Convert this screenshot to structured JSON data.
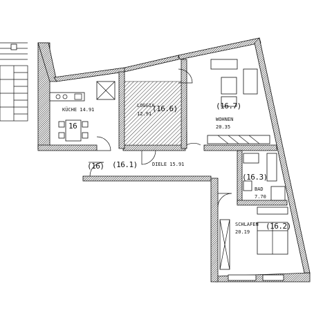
{
  "rooms": {
    "kueche": {
      "name": "KÜCHE",
      "area": "14.91"
    },
    "loggia": {
      "name": "LOGGIA",
      "area": "12.91"
    },
    "wohnen": {
      "name": "WOHNEN",
      "area": "20.35"
    },
    "diele": {
      "name": "DIELE",
      "area": "15.91"
    },
    "bad": {
      "name": "BAD",
      "area": "7.70"
    },
    "schlafen": {
      "name": "SCHLAFEN",
      "area": "20.19"
    }
  },
  "tags": {
    "kueche": "16",
    "loggia": "(16.6)",
    "wohnen": "(16.7)",
    "entry": "(16)",
    "diele": "(16.1)",
    "bad": "(16.3)",
    "schlafen": "(16.2)"
  }
}
